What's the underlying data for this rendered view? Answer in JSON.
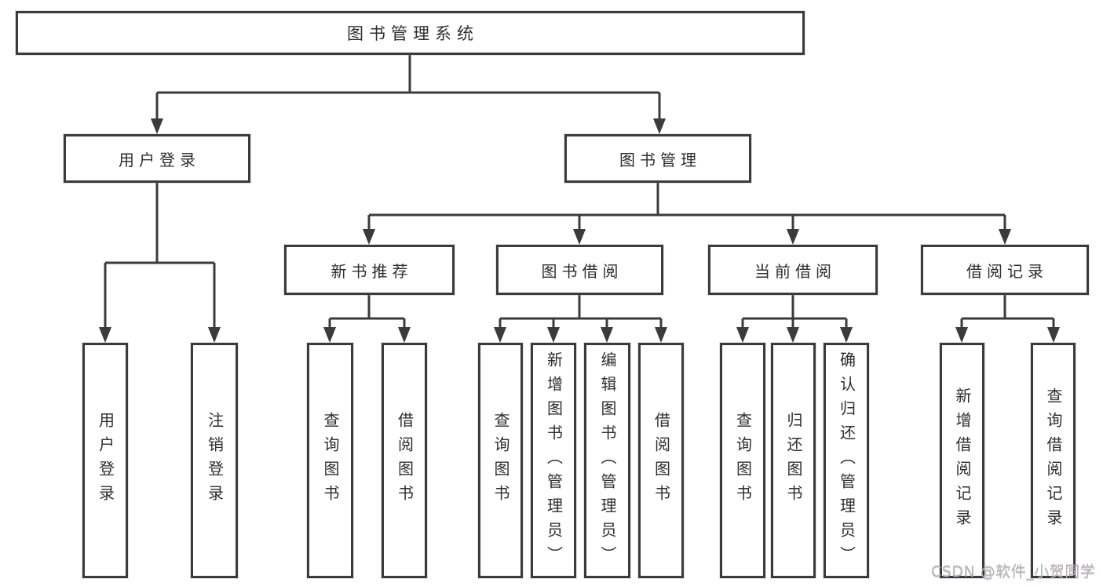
{
  "tree": {
    "root": {
      "label": "图书管理系统"
    },
    "branches": [
      {
        "label": "用户登录",
        "children": [
          {
            "label": "用户登录"
          },
          {
            "label": "注销登录"
          }
        ]
      },
      {
        "label": "图书管理",
        "children": [
          {
            "label": "新书推荐",
            "children": [
              {
                "label": "查询图书"
              },
              {
                "label": "借阅图书"
              }
            ]
          },
          {
            "label": "图书借阅",
            "children": [
              {
                "label": "查询图书"
              },
              {
                "label": "新增图书（管理员）"
              },
              {
                "label": "编辑图书（管理员）"
              },
              {
                "label": "借阅图书"
              }
            ]
          },
          {
            "label": "当前借阅",
            "children": [
              {
                "label": "查询图书"
              },
              {
                "label": "归还图书"
              },
              {
                "label": "确认归还（管理员）"
              }
            ]
          },
          {
            "label": "借阅记录",
            "children": [
              {
                "label": "新增借阅记录"
              },
              {
                "label": "查询借阅记录"
              }
            ]
          }
        ]
      }
    ]
  },
  "watermark": {
    "text": "CSDN @软件_小贺同学"
  },
  "colors": {
    "line": "#3b3b3b",
    "text": "#2e2e2e",
    "background": "#ffffff",
    "watermark": "#b6b6b6"
  }
}
